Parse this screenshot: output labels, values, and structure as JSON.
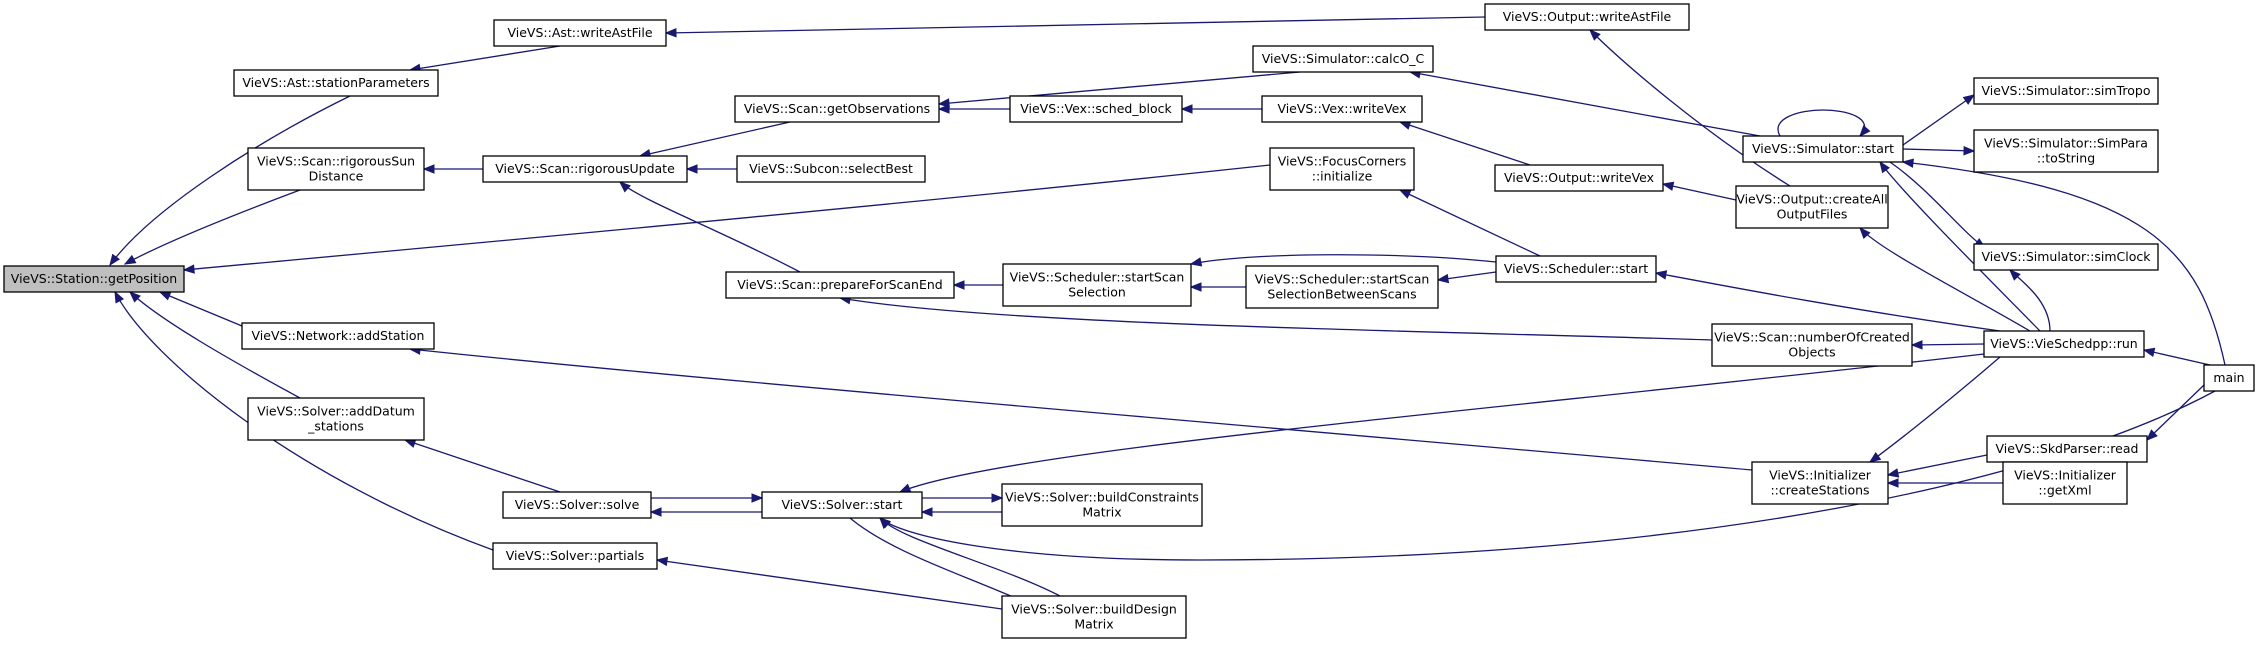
{
  "graph": {
    "nodes": [
      {
        "id": "getPosition",
        "lines": [
          "VieVS::Station::getPosition"
        ],
        "focus": true
      },
      {
        "id": "stationParameters",
        "lines": [
          "VieVS::Ast::stationParameters"
        ]
      },
      {
        "id": "writeAstFile_ast",
        "lines": [
          "VieVS::Ast::writeAstFile"
        ]
      },
      {
        "id": "writeAstFile_out",
        "lines": [
          "VieVS::Output::writeAstFile"
        ]
      },
      {
        "id": "rigorousSunDistance",
        "lines": [
          "VieVS::Scan::rigorousSun",
          "Distance"
        ]
      },
      {
        "id": "rigorousUpdate",
        "lines": [
          "VieVS::Scan::rigorousUpdate"
        ]
      },
      {
        "id": "getObservations",
        "lines": [
          "VieVS::Scan::getObservations"
        ]
      },
      {
        "id": "selectBest",
        "lines": [
          "VieVS::Subcon::selectBest"
        ]
      },
      {
        "id": "calcO_C",
        "lines": [
          "VieVS::Simulator::calcO_C"
        ]
      },
      {
        "id": "sched_block",
        "lines": [
          "VieVS::Vex::sched_block"
        ]
      },
      {
        "id": "writeVex_vex",
        "lines": [
          "VieVS::Vex::writeVex"
        ]
      },
      {
        "id": "writeVex_out",
        "lines": [
          "VieVS::Output::writeVex"
        ]
      },
      {
        "id": "focusCorners",
        "lines": [
          "VieVS::FocusCorners",
          "::initialize"
        ]
      },
      {
        "id": "simStart",
        "lines": [
          "VieVS::Simulator::start"
        ]
      },
      {
        "id": "simTropo",
        "lines": [
          "VieVS::Simulator::simTropo"
        ]
      },
      {
        "id": "simParaToString",
        "lines": [
          "VieVS::Simulator::SimPara",
          "::toString"
        ]
      },
      {
        "id": "simClock",
        "lines": [
          "VieVS::Simulator::simClock"
        ]
      },
      {
        "id": "createAllOutputFiles",
        "lines": [
          "VieVS::Output::createAll",
          "OutputFiles"
        ]
      },
      {
        "id": "prepareForScanEnd",
        "lines": [
          "VieVS::Scan::prepareForScanEnd"
        ]
      },
      {
        "id": "startScanSelection",
        "lines": [
          "VieVS::Scheduler::startScan",
          "Selection"
        ]
      },
      {
        "id": "startScanSelectionBetween",
        "lines": [
          "VieVS::Scheduler::startScan",
          "SelectionBetweenScans"
        ]
      },
      {
        "id": "schedulerStart",
        "lines": [
          "VieVS::Scheduler::start"
        ]
      },
      {
        "id": "numberOfCreatedObjects",
        "lines": [
          "VieVS::Scan::numberOfCreated",
          "Objects"
        ]
      },
      {
        "id": "vieSchedppRun",
        "lines": [
          "VieVS::VieSchedpp::run"
        ]
      },
      {
        "id": "main",
        "lines": [
          "main"
        ]
      },
      {
        "id": "addStation",
        "lines": [
          "VieVS::Network::addStation"
        ]
      },
      {
        "id": "addDatumStations",
        "lines": [
          "VieVS::Solver::addDatum",
          "_stations"
        ]
      },
      {
        "id": "solverSolve",
        "lines": [
          "VieVS::Solver::solve"
        ]
      },
      {
        "id": "solverStart",
        "lines": [
          "VieVS::Solver::start"
        ]
      },
      {
        "id": "buildConstraintsMatrix",
        "lines": [
          "VieVS::Solver::buildConstraints",
          "Matrix"
        ]
      },
      {
        "id": "buildDesignMatrix",
        "lines": [
          "VieVS::Solver::buildDesign",
          "Matrix"
        ]
      },
      {
        "id": "solverPartials",
        "lines": [
          "VieVS::Solver::partials"
        ]
      },
      {
        "id": "skdParserRead",
        "lines": [
          "VieVS::SkdParser::read"
        ]
      },
      {
        "id": "createStations",
        "lines": [
          "VieVS::Initializer",
          "::createStations"
        ]
      },
      {
        "id": "initializerGetXml",
        "lines": [
          "VieVS::Initializer",
          "::getXml"
        ]
      }
    ]
  }
}
